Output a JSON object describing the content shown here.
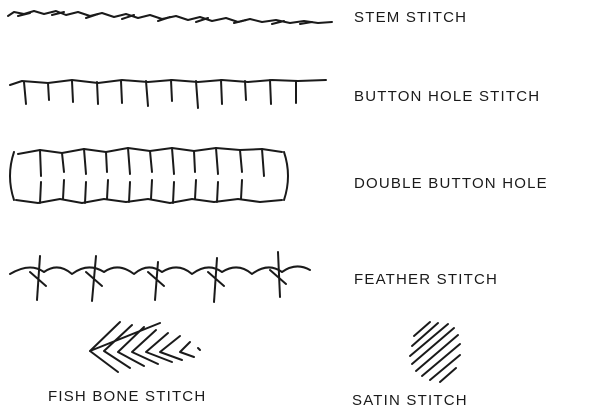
{
  "stitches": {
    "stem": {
      "label": "STEM STITCH",
      "icon": "stem-stitch-icon"
    },
    "button_hole": {
      "label": "BUTTON HOLE STITCH",
      "icon": "button-hole-stitch-icon"
    },
    "double_button_hole": {
      "label": "DOUBLE BUTTON HOLE",
      "icon": "double-button-hole-stitch-icon"
    },
    "feather": {
      "label": "FEATHER STITCH",
      "icon": "feather-stitch-icon"
    },
    "fish_bone": {
      "label": "FISH BONE STITCH",
      "icon": "fish-bone-stitch-icon"
    },
    "satin": {
      "label": "SATIN STITCH",
      "icon": "satin-stitch-icon"
    }
  },
  "colors": {
    "ink": "#1a1a1a",
    "background": "#ffffff"
  }
}
